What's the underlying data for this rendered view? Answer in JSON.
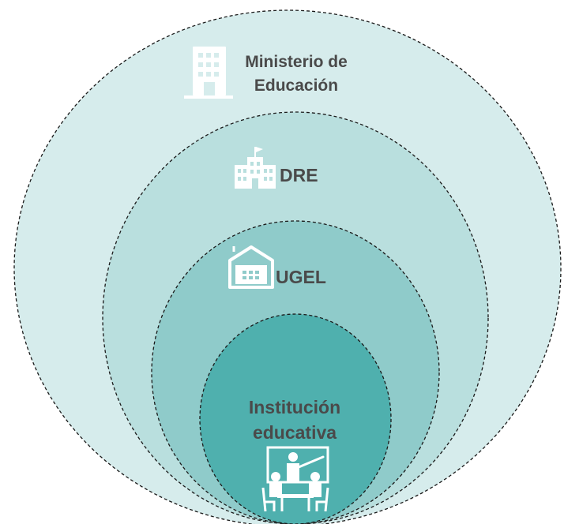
{
  "levels": [
    {
      "label_line1": "Ministerio de",
      "label_line2": "Educación",
      "icon": "ministry-building-icon",
      "fill": "#d6ecec"
    },
    {
      "label_line1": "DRE",
      "icon": "regional-building-flag-icon",
      "fill": "#b9dfde"
    },
    {
      "label_line1": "UGEL",
      "icon": "house-icon",
      "fill": "#8fcbca"
    },
    {
      "label_line1": "Institución",
      "label_line2": "educativa",
      "icon": "classroom-teacher-icon",
      "fill": "#4fb0ae"
    }
  ],
  "colors": {
    "text": "#4a4a4a",
    "icon": "#ffffff",
    "stroke": "#1a1a1a"
  }
}
